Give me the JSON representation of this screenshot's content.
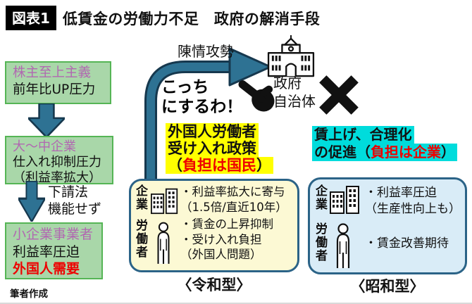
{
  "title": {
    "badge": "図表1",
    "text": "低賃金の労働力不足　政府の解消手段"
  },
  "left_flow": {
    "box1_line1": "株主至上主義",
    "box1_line2": "前年比UP圧力",
    "box2_line1": "大～中企業",
    "box2_line2": "仕入れ抑制圧力",
    "box2_line3": "（利益率拡大）",
    "arrow_note_line1": "下請法",
    "arrow_note_line2": "機能せず",
    "box3_line1": "小企業事業者",
    "box3_line2": "利益率圧迫",
    "box3_line3": "外国人需要"
  },
  "center": {
    "petition_label": "陳情攻勢",
    "speech_line1": "こっち",
    "speech_line2": "にするわ！",
    "gov_line1": "政府",
    "gov_line2": "自治体",
    "policy_line1": "外国人労働者",
    "policy_line2": "受け入れ政策",
    "policy_paren_open": "（",
    "policy_red": "負担は国民",
    "policy_paren_close": "）",
    "box": {
      "company": "企業",
      "worker": "労働者",
      "bullet1": "・利益率拡大に寄与",
      "bullet1b": "（1.5倍/直近10年）",
      "bullet2": "・賃金の上昇抑制",
      "bullet3": "・受け入れ負担",
      "bullet3b": "（外国人問題）"
    },
    "caption": "〈令和型〉"
  },
  "right": {
    "policy_line1": "賃上げ、合理化",
    "policy_line2_black": "の促進",
    "policy_paren_open": "（",
    "policy_red": "負担は企業",
    "policy_paren_close": "）",
    "box": {
      "company": "企業",
      "worker": "労働者",
      "bullet1": "・利益率圧迫",
      "bullet1b": "（生産性向上も）",
      "bullet2": "・賃金改善期待"
    },
    "caption": "〈昭和型〉"
  },
  "footer": {
    "credit": "筆者作成"
  },
  "colors": {
    "green_box_bg": "#a9d7a9",
    "green_box_border": "#55b555",
    "purple_text": "#b168b1",
    "red_text": "#ee0000",
    "arrow_fill": "#2e7293",
    "arrow_outline": "#16384e",
    "yellow_highlight": "#ffff00",
    "cyan_highlight": "#00dcdc",
    "cream_box_bg": "#fcf9d4",
    "blue_box_bg": "#d9ecf7",
    "result_box_border": "#2b6387"
  },
  "icons": {
    "down_arrow": "block-down-arrow",
    "petition_arrow": "curved-right-arrow",
    "government_building": "government-building",
    "pointing_hand": "black-pointing-hand",
    "cross": "heavy-x-mark",
    "company": "office-buildings",
    "worker": "standing-person"
  }
}
